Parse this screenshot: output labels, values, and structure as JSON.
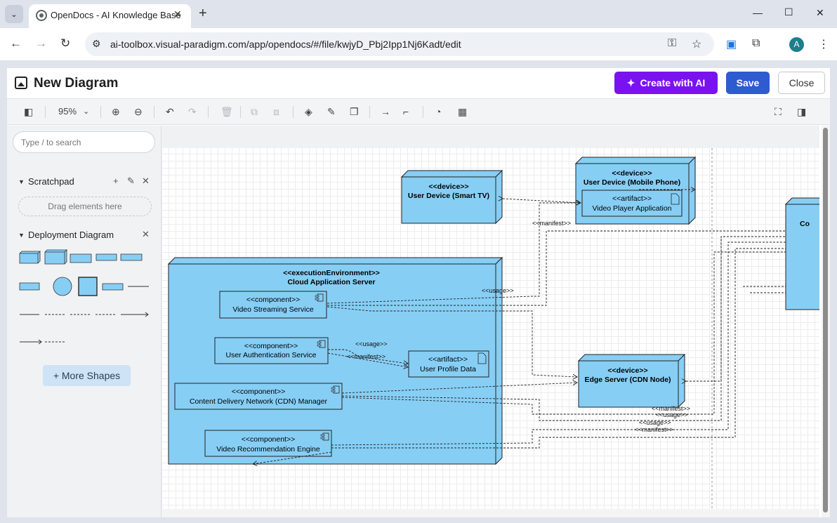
{
  "browser": {
    "tab_title": "OpenDocs - AI Knowledge Base",
    "url": "ai-toolbox.visual-paradigm.com/app/opendocs/#/file/kwjyD_Pbj2Ipp1Nj6Kadt/edit",
    "avatar_letter": "A"
  },
  "header": {
    "title": "New Diagram",
    "create_ai_label": "Create with AI",
    "save_label": "Save",
    "close_label": "Close"
  },
  "toolbar": {
    "zoom": "95%"
  },
  "sidebar": {
    "search_placeholder": "Type / to search",
    "scratchpad_title": "Scratchpad",
    "scratchpad_hint": "Drag elements here",
    "deployment_title": "Deployment Diagram",
    "more_shapes_label": "More Shapes"
  },
  "diagram": {
    "smart_tv": {
      "stereotype": "<<device>>",
      "name": "User Device (Smart TV)"
    },
    "mobile": {
      "stereotype": "<<device>>",
      "name": "User Device (Mobile Phone)"
    },
    "video_player": {
      "stereotype": "<<artifact>>",
      "name": "Video Player Application"
    },
    "cloud": {
      "stereotype": "<<executionEnvironment>>",
      "name": "Cloud Application Server"
    },
    "video_streaming": {
      "stereotype": "<<component>>",
      "name": "Video Streaming Service"
    },
    "user_auth": {
      "stereotype": "<<component>>",
      "name": "User Authentication Service"
    },
    "user_profile": {
      "stereotype": "<<artifact>>",
      "name": "User Profile Data"
    },
    "cdn_manager": {
      "stereotype": "<<component>>",
      "name": "Content Delivery Network (CDN) Manager"
    },
    "recommendation": {
      "stereotype": "<<component>>",
      "name": "Video Recommendation Engine"
    },
    "edge": {
      "stereotype": "<<device>>",
      "name": "Edge Server (CDN Node)"
    },
    "partial_node_text": "Co",
    "labels": {
      "manifest": "<<manifest>>",
      "usage": "<<usage>>"
    }
  },
  "colors": {
    "node_fill": "#87cef5",
    "ai_button": "#7a12f0",
    "save_button": "#2f5bd0"
  }
}
